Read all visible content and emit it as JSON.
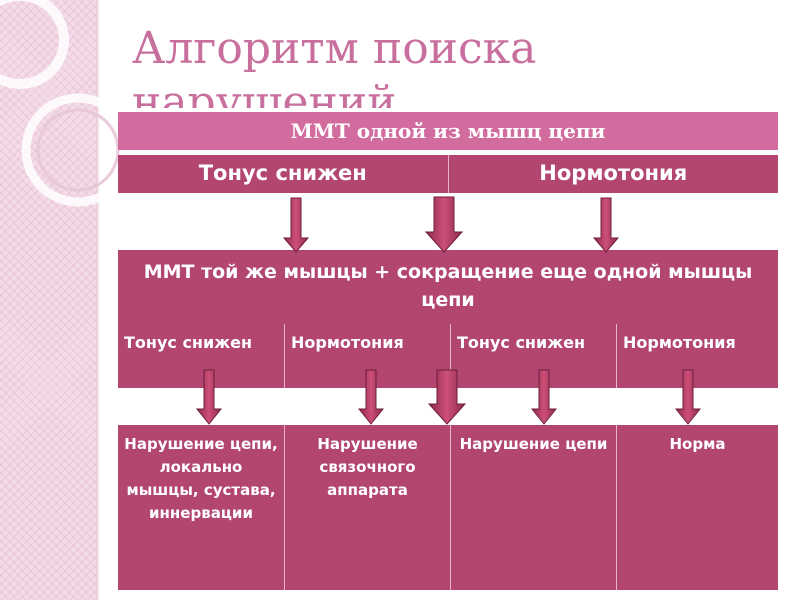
{
  "slide": {
    "title": "Алгоритм поиска нарушений"
  },
  "level1": {
    "header": "ММТ одной из мышц цепи",
    "options": [
      "Тонус снижен",
      "Нормотония"
    ]
  },
  "level2": {
    "header": "ММТ той же мышцы + сокращение еще одной мышцы цепи",
    "options": [
      "Тонус снижен",
      "Нормотония",
      "Тонус снижен",
      "Нормотония"
    ]
  },
  "results": [
    "Нарушение цепи, локально мышцы, сустава, иннервации",
    "Нарушение связочного аппарата",
    "Нарушение цепи",
    "Норма"
  ],
  "colors": {
    "title": "#c86f9e",
    "light_box": "#d26c9e",
    "dark_box": "#b24671",
    "arrow_fill": "#b83a62",
    "arrow_stroke": "#6e1f3a"
  }
}
